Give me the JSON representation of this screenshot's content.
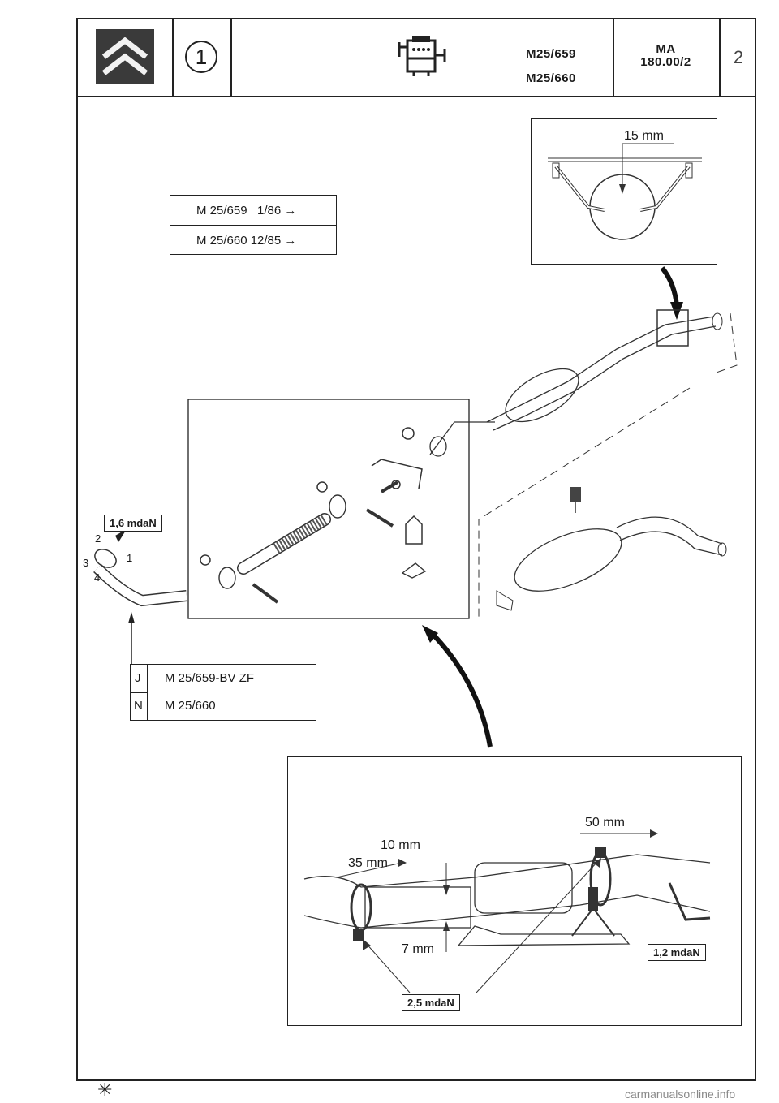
{
  "header": {
    "circle_number": "1",
    "engine_codes": [
      "M25/659",
      "M25/660"
    ],
    "ref_code_line1": "MA",
    "ref_code_line2": "180.00/2",
    "page_number": "2"
  },
  "models_box": {
    "rows": [
      "M 25/659   1/86 →",
      "M 25/660 12/85 →"
    ]
  },
  "detail_top": {
    "dimension": "15 mm"
  },
  "torques": {
    "manifold": "1,6 mdaN",
    "clamp_rear": "1,2 mdaN",
    "clamp_front": "2,5 mdaN"
  },
  "manifold_bolt_numbers": [
    "1",
    "2",
    "3",
    "4"
  ],
  "variants_box": {
    "rows": [
      {
        "code": "J",
        "label": "M 25/659-BV ZF"
      },
      {
        "code": "N",
        "label": "M 25/660"
      }
    ]
  },
  "detail_bottom": {
    "dim_10": "10 mm",
    "dim_35": "35 mm",
    "dim_50": "50 mm",
    "dim_7": "7 mm"
  },
  "footer": {
    "star": "✳",
    "watermark": "carmanualsonline.info"
  }
}
